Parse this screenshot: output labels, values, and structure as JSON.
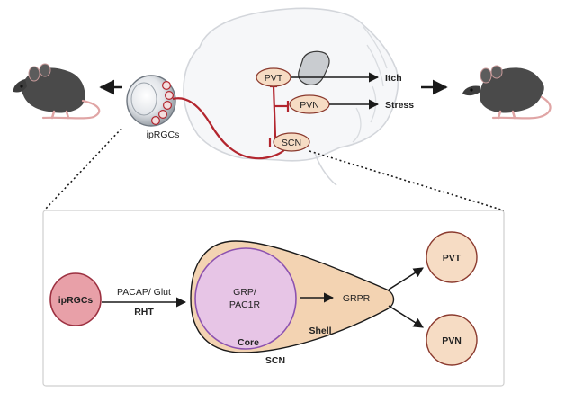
{
  "top": {
    "eye_label": "ipRGCs",
    "nuclei": {
      "pvt": "PVT",
      "pvn": "PVN",
      "scn": "SCN"
    },
    "outputs": {
      "itch": "Itch",
      "stress": "Stress"
    }
  },
  "detail": {
    "source": "ipRGCs",
    "pathway_line1": "PACAP/ Glut",
    "pathway_line2": "RHT",
    "core_text_line1": "GRP/",
    "core_text_line2": "PAC1R",
    "receptor": "GRPR",
    "core_label": "Core",
    "shell_label": "Shell",
    "scn_label": "SCN",
    "targets": [
      "PVT",
      "PVN"
    ]
  },
  "colors": {
    "nerve": "#b3262f",
    "nucleus_fill": "#f6dcc4",
    "nucleus_stroke": "#8b3a2e",
    "shell_fill": "#f3d3b2",
    "core_fill": "#e7c5e6",
    "core_stroke": "#8c52b0",
    "iprgc_fill": "#e8a0a8",
    "iprgc_stroke": "#9c3040",
    "panel_stroke": "#cfcfcf"
  }
}
